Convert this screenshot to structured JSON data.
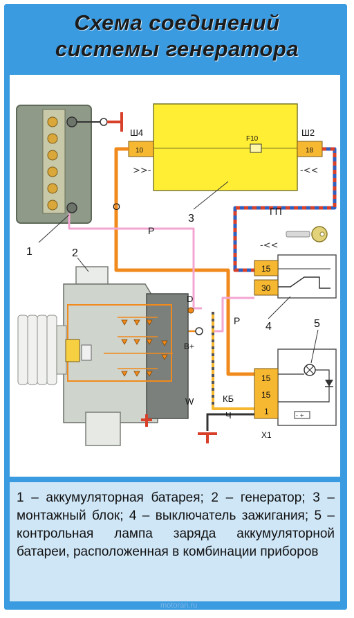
{
  "title": {
    "line1": "Схема соединений",
    "line2": "системы генератора"
  },
  "diagram": {
    "connectors": {
      "sh4": "Ш4",
      "sh2": "Ш2",
      "sh4_pin": "10",
      "sh2_pin": "18",
      "fuse": "F10"
    },
    "wire_colors": {
      "o": "О",
      "p_upper": "Р",
      "p_lower": "Р",
      "gp": "ГП",
      "kb": "КБ",
      "ch": "Ч"
    },
    "terminals": {
      "d": "D",
      "b_plus": "В+",
      "w": "W",
      "x1": "X1"
    },
    "switch_pins": [
      "15",
      "30"
    ],
    "cluster_pins": [
      "15",
      "15",
      "1"
    ],
    "callouts": [
      "1",
      "2",
      "3",
      "4",
      "5"
    ],
    "colors": {
      "orange_wire": "#f08a1c",
      "pink_wire": "#f3a6d2",
      "blue_wire": "#2f5fbf",
      "red_wire": "#d8402a",
      "mount_block": "#ffee33",
      "connector": "#f6b731",
      "battery": "#8f9a88"
    }
  },
  "caption": "1 – аккумуляторная батарея; 2 – генератор; 3 – монтажный блок; 4 – выключатель зажигания; 5 – контрольная лампа заряда аккумуляторной батареи, расположенная в комбинации приборов",
  "watermark": "motoran.ru"
}
